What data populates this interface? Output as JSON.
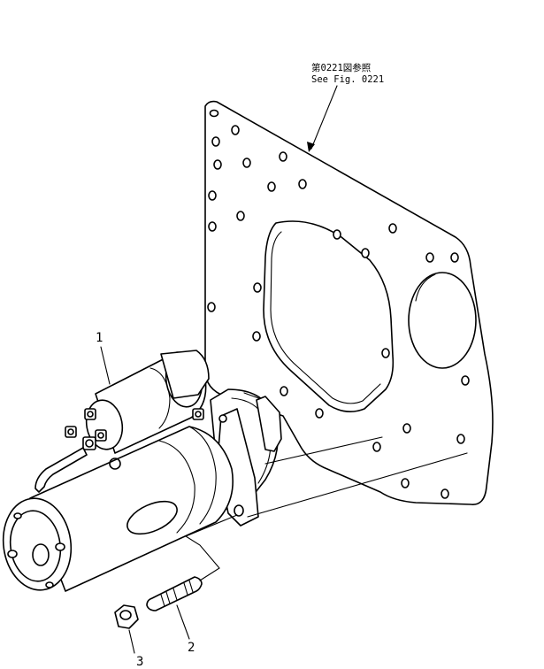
{
  "reference": {
    "line_japanese": "第0221図参照",
    "line_english": "See Fig. 0221"
  },
  "callouts": [
    {
      "label": "1"
    },
    {
      "label": "2"
    },
    {
      "label": "3"
    }
  ]
}
